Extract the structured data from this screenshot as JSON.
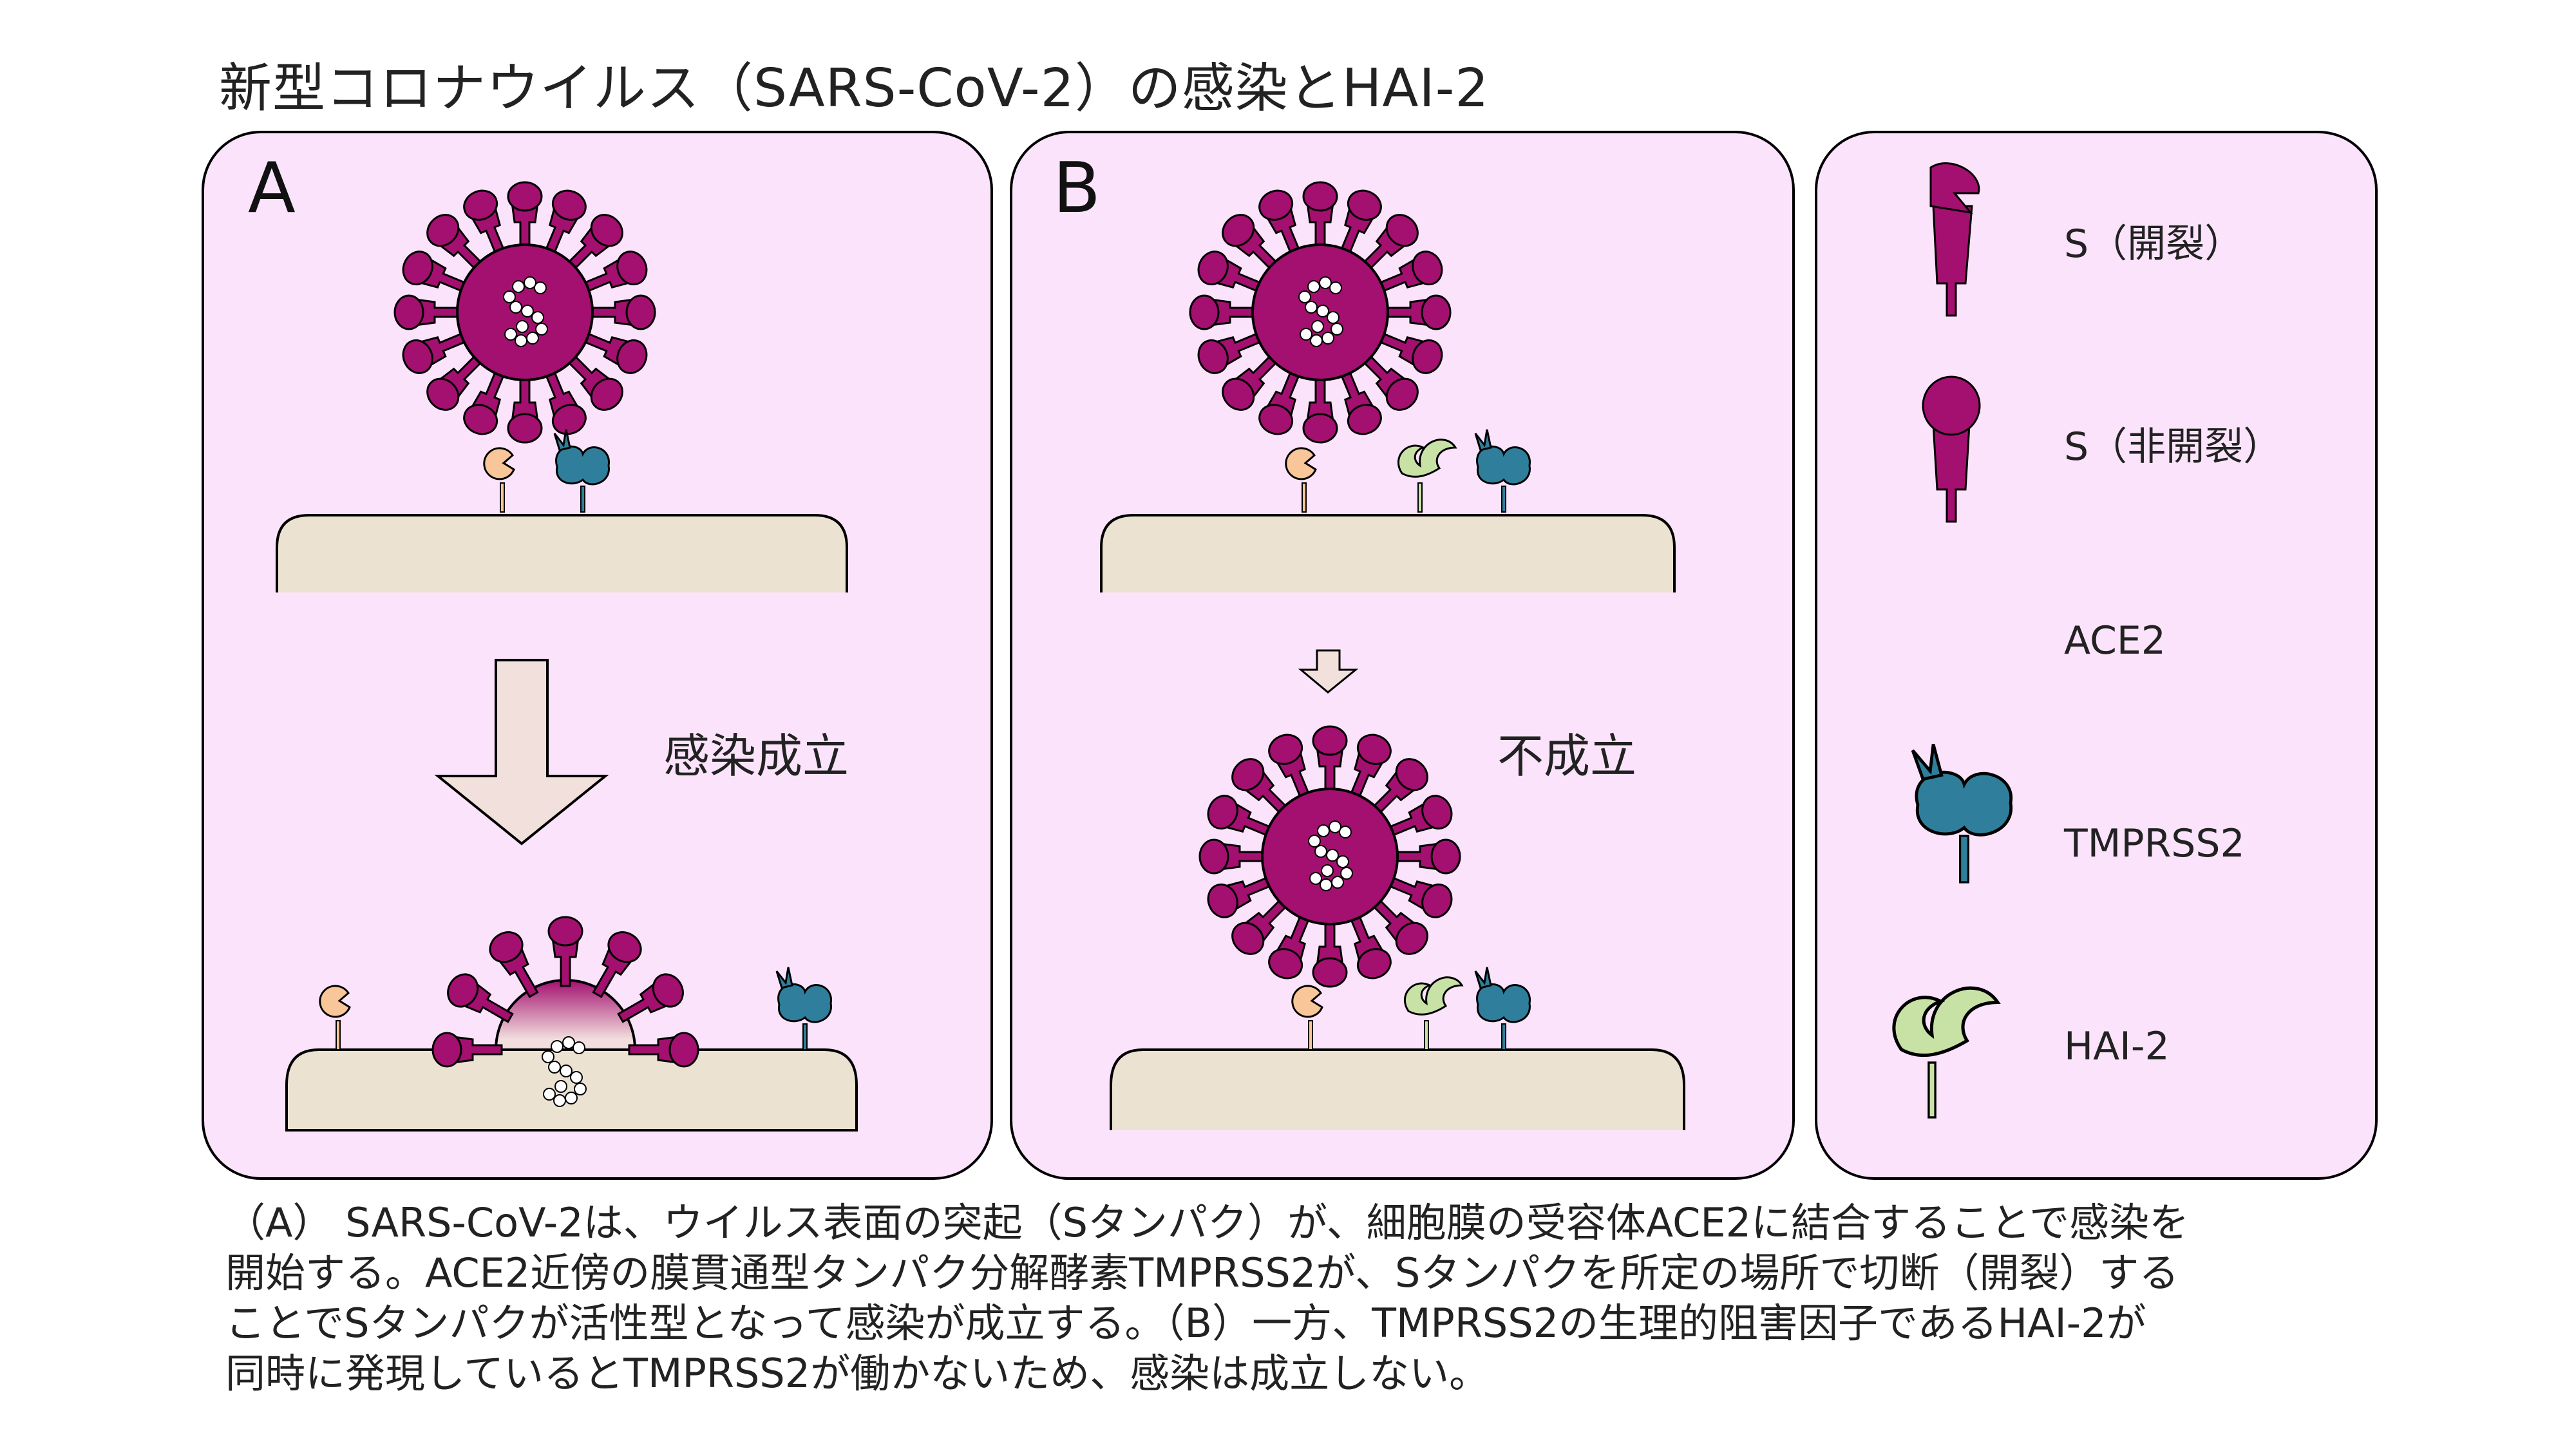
{
  "title": "新型コロナウイルス（SARS-CoV-2）の感染とHAI-2",
  "panels": {
    "a_label": "A",
    "b_label": "B"
  },
  "notes": {
    "infection_established": "感染成立",
    "not_established": "不成立"
  },
  "legend": [
    {
      "label": "S（開裂）",
      "icon": "spike-cleaved-icon"
    },
    {
      "label": "S（非開裂）",
      "icon": "spike-uncleaved-icon"
    },
    {
      "label": "ACE2",
      "icon": "ace2-receptor-icon"
    },
    {
      "label": "TMPRSS2",
      "icon": "tmprss2-protease-icon"
    },
    {
      "label": "HAI-2",
      "icon": "hai2-inhibitor-icon"
    }
  ],
  "caption_lines": [
    "（A） SARS-CoV-2は、ウイルス表面の突起（Sタンパク）が、細胞膜の受容体ACE2に結合することで感染を",
    "開始する。ACE2近傍の膜貫通型タンパク分解酵素TMPRSS2が、Sタンパクを所定の場所で切断（開裂）する",
    "ことでSタンパクが活性型となって感染が成立する。（B）一方、TMPRSS2の生理的阻害因子であるHAI-2が",
    "同時に発現しているとTMPRSS2が働かないため、感染は成立しない。"
  ],
  "colors": {
    "panel_bg": "#fbe4fb",
    "virus": "#a3106f",
    "ace2": "#f9c69a",
    "tmprss2": "#2f7f9c",
    "hai2": "#c8e2a6",
    "cell": "#ece2d2",
    "arrow": "#f2e0dc"
  }
}
